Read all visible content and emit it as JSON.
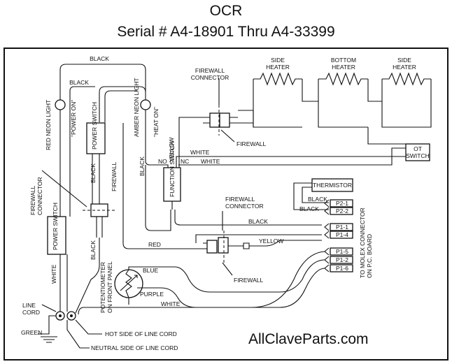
{
  "header": {
    "title": "OCR",
    "subtitle": "Serial # A4-18901 Thru A4-33399"
  },
  "components": {
    "side_heater_left": "SIDE HEATER",
    "bottom_heater": "BOTTOM HEATER",
    "side_heater_right": "SIDE HEATER",
    "heater_line1_side": "SIDE",
    "heater_line2": "HEATER",
    "heater_line1_bottom": "BOTTOM",
    "ot_switch_1": "OT",
    "ot_switch_2": "SWITCH",
    "thermistor": "THERMISTOR",
    "function_switch": "FUNCTION SWITCH",
    "power_switch_top": "POWER SWITCH",
    "power_switch_bottom": "POWER SWITCH",
    "red_neon_light": "RED NEON LIGHT",
    "power_on": "\"POWER ON\"",
    "amber_neon_light": "AMBER NEON LIGHT",
    "heat_on": "\"HEAT ON\"",
    "firewall_connector_top_1": "FIREWALL",
    "firewall_connector_top_2": "CONNECTOR",
    "firewall_connector_mid_1": "FIREWALL",
    "firewall_connector_mid_2": "CONNECTOR",
    "firewall_connector_left_1": "FIREWALL",
    "firewall_connector_left_2": "CONNECTOR",
    "firewall": "FIREWALL",
    "potentiometer_1": "POTENTIOMETER",
    "potentiometer_2": "ON FRONT PANEL",
    "molex_1": "TO MOLEX CONNECTOR",
    "molex_2": "ON P.C. BOARD",
    "line_cord_1": "LINE",
    "line_cord_2": "CORD",
    "hot_side": "HOT SIDE OF LINE CORD",
    "neutral_side": "NEUTRAL SIDE OF LINE CORD",
    "green": "GREEN",
    "no": "NO",
    "nc": "NC"
  },
  "pins": [
    "P2-1",
    "P2-2",
    "P1-1",
    "P1-4",
    "P1-5",
    "P1-2",
    "P1-6"
  ],
  "wires": {
    "black": "BLACK",
    "white": "WHITE",
    "yellow": "YELLOW",
    "red": "RED",
    "blue": "BLUE",
    "purple": "PURPLE"
  },
  "brand": "AllClaveParts.com"
}
